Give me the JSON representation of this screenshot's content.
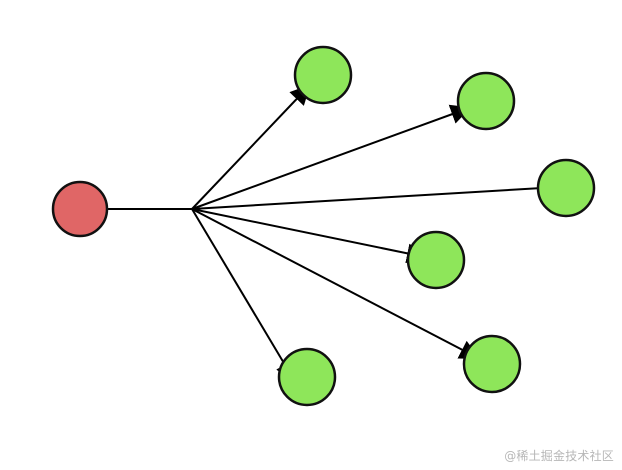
{
  "diagram": {
    "type": "fan-out",
    "source_node": {
      "id": "source",
      "color": "#e06666"
    },
    "target_nodes": [
      {
        "id": "target-1",
        "color": "#8ee65a"
      },
      {
        "id": "target-2",
        "color": "#8ee65a"
      },
      {
        "id": "target-3",
        "color": "#8ee65a"
      },
      {
        "id": "target-4",
        "color": "#8ee65a"
      },
      {
        "id": "target-5",
        "color": "#8ee65a"
      },
      {
        "id": "target-6",
        "color": "#8ee65a"
      }
    ],
    "edge_color": "#000000",
    "node_stroke_color": "#111111"
  },
  "watermark": {
    "text": "@稀土掘金技术社区"
  }
}
